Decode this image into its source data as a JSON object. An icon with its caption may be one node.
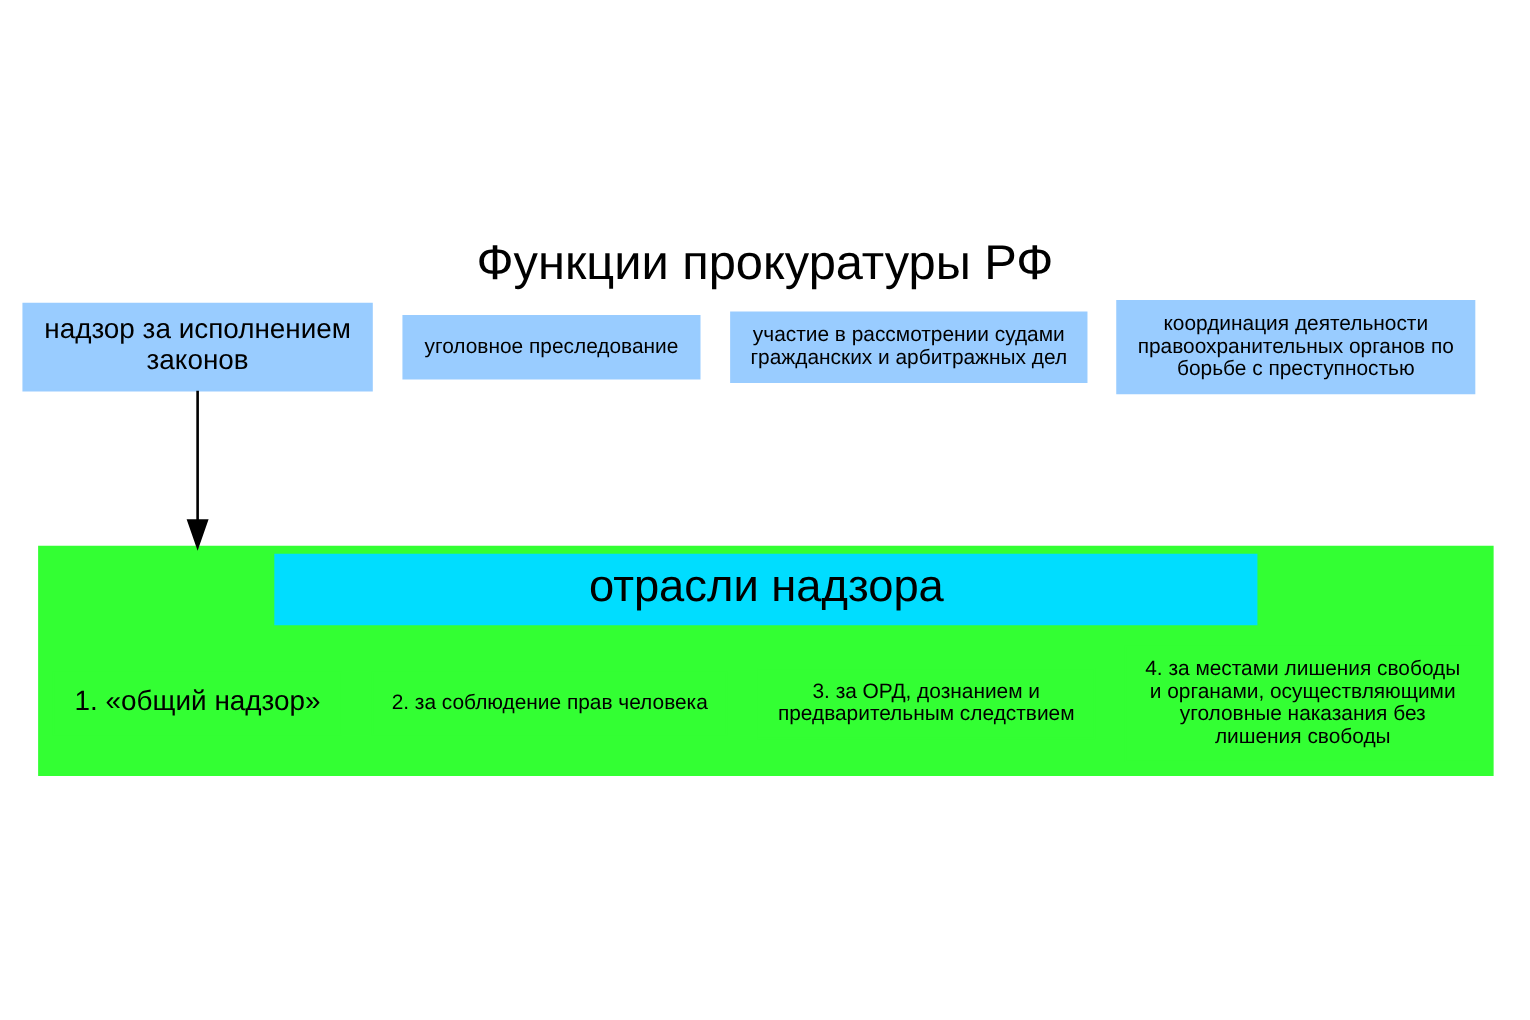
{
  "diagram": {
    "title": "Функции прокуратуры РФ",
    "nodes": [
      {
        "text": [
          "надзор за исполнением законов"
        ]
      },
      {
        "text": [
          "уголовное преследование"
        ]
      },
      {
        "text": [
          "участие в рассмотрении судами гражданских и арбитражных дел"
        ]
      },
      {
        "text": [
          "координация деятельности правоохранительных органов по борьбе с преступностью"
        ]
      },
      {
        "text": [
          "отрасли надзора"
        ]
      },
      {
        "text": [
          "1. «общий надзор»"
        ],
        "in": 4
      },
      {
        "text": [
          "2. за соблюдение прав человека"
        ],
        "in": 4
      },
      {
        "text": [
          "3. за ОРД, дознанием и предварительным следствием"
        ],
        "in": 4
      },
      {
        "text": [
          "4. за местами лишения свободы и органами, осуществляющими уголовные наказания без лишения свободы"
        ],
        "in": 4
      }
    ],
    "edges": [
      {
        "from": 0,
        "to": 4,
        "arrow": "to"
      }
    ]
  }
}
